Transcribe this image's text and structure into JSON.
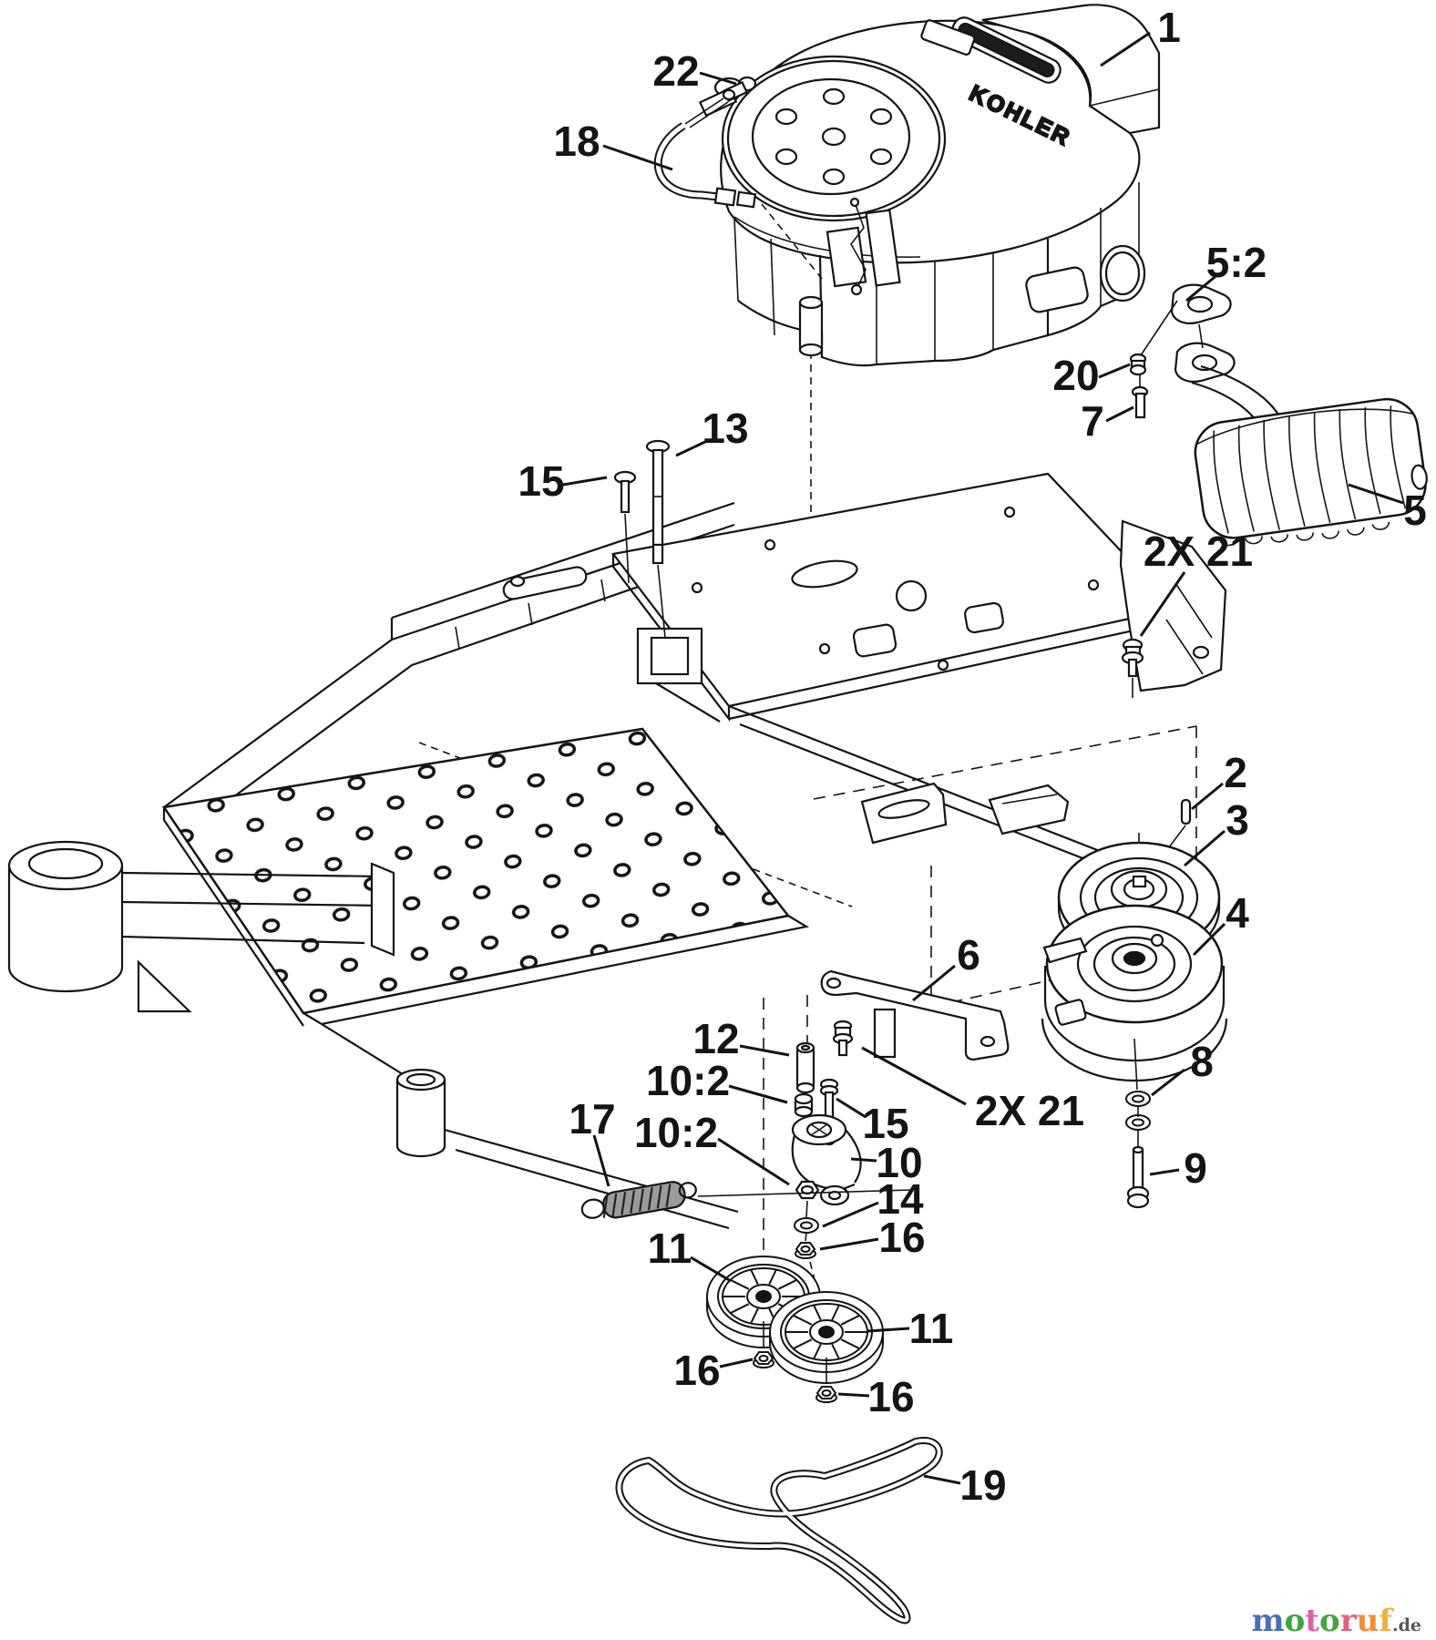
{
  "engine": {
    "brand": "KOHLER"
  },
  "callouts": [
    "1",
    "22",
    "18",
    "5:2",
    "20",
    "7",
    "13",
    "15",
    "5",
    "2X 21",
    "2",
    "3",
    "4",
    "6",
    "8",
    "12",
    "10:2",
    "15",
    "2X 21",
    "10",
    "17",
    "10:2",
    "9",
    "14",
    "16",
    "11",
    "11",
    "16",
    "16",
    "19"
  ],
  "watermark": {
    "letters": [
      {
        "ch": "m",
        "color": "#4a6db5"
      },
      {
        "ch": "o",
        "color": "#3fa53f"
      },
      {
        "ch": "t",
        "color": "#e060a8"
      },
      {
        "ch": "o",
        "color": "#49a33c"
      },
      {
        "ch": "r",
        "color": "#e75f83"
      },
      {
        "ch": "u",
        "color": "#ef8e3c"
      },
      {
        "ch": "f",
        "color": "#edb23c"
      }
    ],
    "suffix": ".de",
    "suffix_color": "#555555"
  },
  "line_color": "#141414"
}
